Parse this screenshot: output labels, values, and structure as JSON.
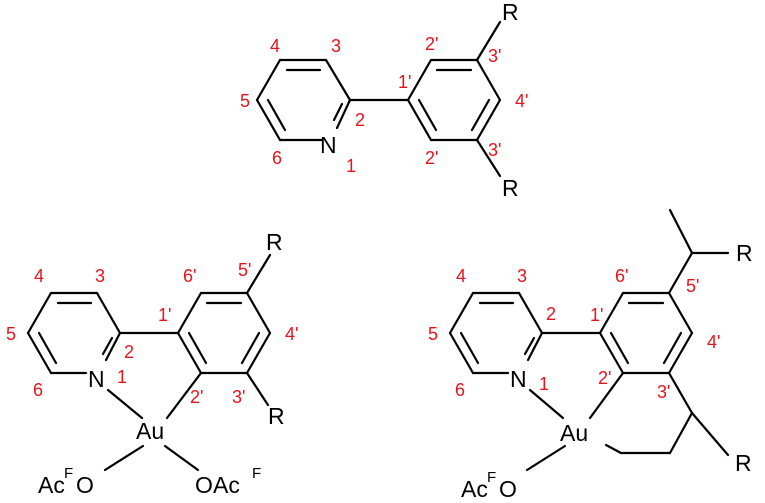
{
  "colors": {
    "bond": "#000000",
    "atom_label": "#000000",
    "position_number": "#e8141b",
    "background": "#ffffff"
  },
  "structures": [
    {
      "id": "ligand",
      "atoms": {
        "N": "N",
        "R_top": "R",
        "R_bottom": "R"
      },
      "numbers": {
        "n1": "1",
        "n2": "2",
        "n3": "3",
        "n4": "4",
        "n5": "5",
        "n6": "6",
        "p1": "1'",
        "p2a": "2'",
        "p2b": "2'",
        "p3a": "3'",
        "p3b": "3'",
        "p4": "4'"
      }
    },
    {
      "id": "gold-bis-acetate-complex",
      "atoms": {
        "N": "N",
        "Au": "Au",
        "R_top": "R",
        "R_bottom": "R",
        "left_ac": "Ac",
        "left_sup": "F",
        "left_o": "O",
        "right_o": "O",
        "right_ac": "Ac",
        "right_sup": "F"
      },
      "numbers": {
        "n1": "1",
        "n2": "2",
        "n3": "3",
        "n4": "4",
        "n5": "5",
        "n6": "6",
        "p1": "1'",
        "p2": "2'",
        "p3": "3'",
        "p4": "4'",
        "p5": "5'",
        "p6": "6'"
      }
    },
    {
      "id": "cyclometalated-gold-complex",
      "atoms": {
        "N": "N",
        "Au": "Au",
        "R_top": "R",
        "R_bottom": "R",
        "ac": "Ac",
        "sup": "F",
        "o": "O"
      },
      "numbers": {
        "n1": "1",
        "n2": "2",
        "n3": "3",
        "n4": "4",
        "n5": "5",
        "n6": "6",
        "p1": "1'",
        "p2": "2'",
        "p3": "3'",
        "p4": "4'",
        "p5": "5'",
        "p6": "6'"
      }
    }
  ]
}
